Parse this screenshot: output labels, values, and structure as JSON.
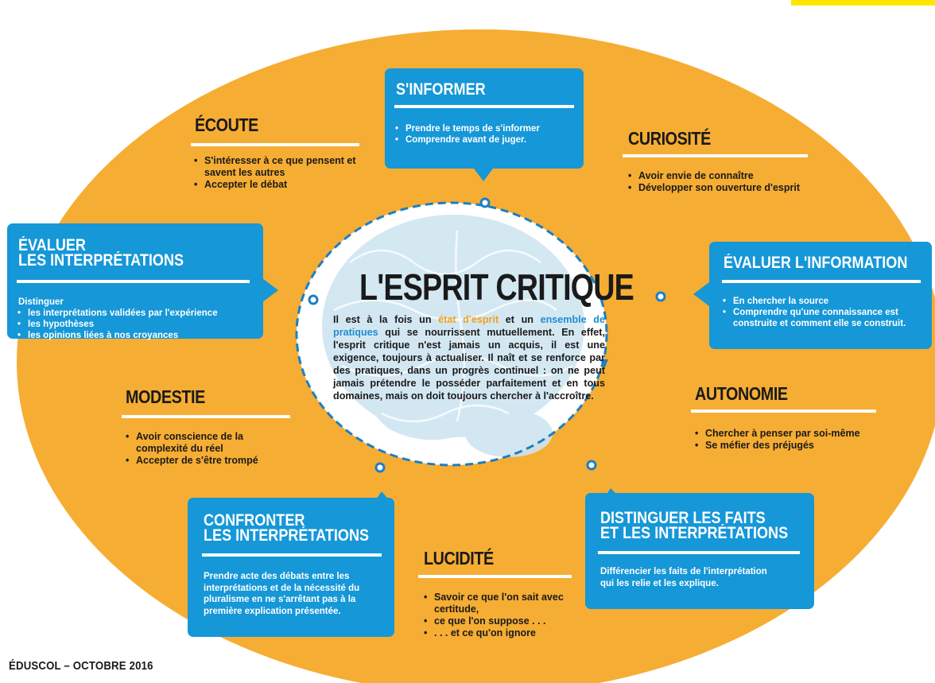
{
  "colors": {
    "ellipse": "#f6ad33",
    "blue_box": "#1597d8",
    "center_fill": "#ffffff",
    "brain": "#cfe5f1",
    "dashed_ring": "#1b7fc4",
    "corner_tab": "#ffe500"
  },
  "center": {
    "title": "L'ESPRIT CRITIQUE",
    "text_parts": {
      "p1": "Il est à la fois un ",
      "hl1": "état d'esprit",
      "p2": " et un ",
      "hl2": "ensemble de pratiques",
      "p3": " qui se nourrissent mutuellement. En effet, l'esprit critique n'est jamais un acquis, il est une exigence, toujours à actualiser. Il naît et se renforce par des pratiques, dans un progrès continuel : on ne peut jamais prétendre le posséder parfaitement et en tous domaines, mais on doit toujours chercher à l'accroître."
    }
  },
  "ecoute": {
    "title": "ÉCOUTE",
    "items": [
      "S'intéresser à ce que pensent et savent les autres",
      "Accepter le débat"
    ]
  },
  "sinformer": {
    "title": "S'INFORMER",
    "items": [
      "Prendre le temps de s'informer",
      "Comprendre avant de juger."
    ]
  },
  "curiosite": {
    "title": "CURIOSITÉ",
    "items": [
      "Avoir envie de connaître",
      "Développer son ouverture d'esprit"
    ]
  },
  "evaluer_interp": {
    "title_line1": "ÉVALUER",
    "title_line2": "LES INTERPRÉTATIONS",
    "lead": "Distinguer",
    "items": [
      "les interprétations validées par l'expérience",
      "les hypothèses",
      "les opinions liées à nos croyances"
    ]
  },
  "evaluer_info": {
    "title": "ÉVALUER L'INFORMATION",
    "items": [
      "En chercher la source",
      "Comprendre qu'une connaissance est construite et comment elle se construit."
    ]
  },
  "modestie": {
    "title": "MODESTIE",
    "items": [
      "Avoir conscience de la complexité du réel",
      "Accepter de s'être trompé"
    ]
  },
  "autonomie": {
    "title": "AUTONOMIE",
    "items": [
      "Chercher à penser par soi-même",
      "Se méfier des préjugés"
    ]
  },
  "confronter": {
    "title_line1": "CONFRONTER",
    "title_line2": "LES INTERPRÉTATIONS",
    "text": "Prendre acte des débats entre les interprétations et de la nécessité du pluralisme en ne s'arrêtant pas à la première explication présentée."
  },
  "lucidite": {
    "title": "LUCIDITÉ",
    "items": [
      "Savoir ce que l'on sait avec certitude,",
      "ce que l'on suppose . . .",
      ". . . et ce qu'on ignore"
    ]
  },
  "distinguer": {
    "title_line1": "DISTINGUER LES FAITS",
    "title_line2": "ET LES INTERPRÉTATIONS",
    "text": "Différencier les faits de l'interprétation qui les relie et les explique."
  },
  "footer": "ÉDUSCOL – OCTOBRE 2016"
}
